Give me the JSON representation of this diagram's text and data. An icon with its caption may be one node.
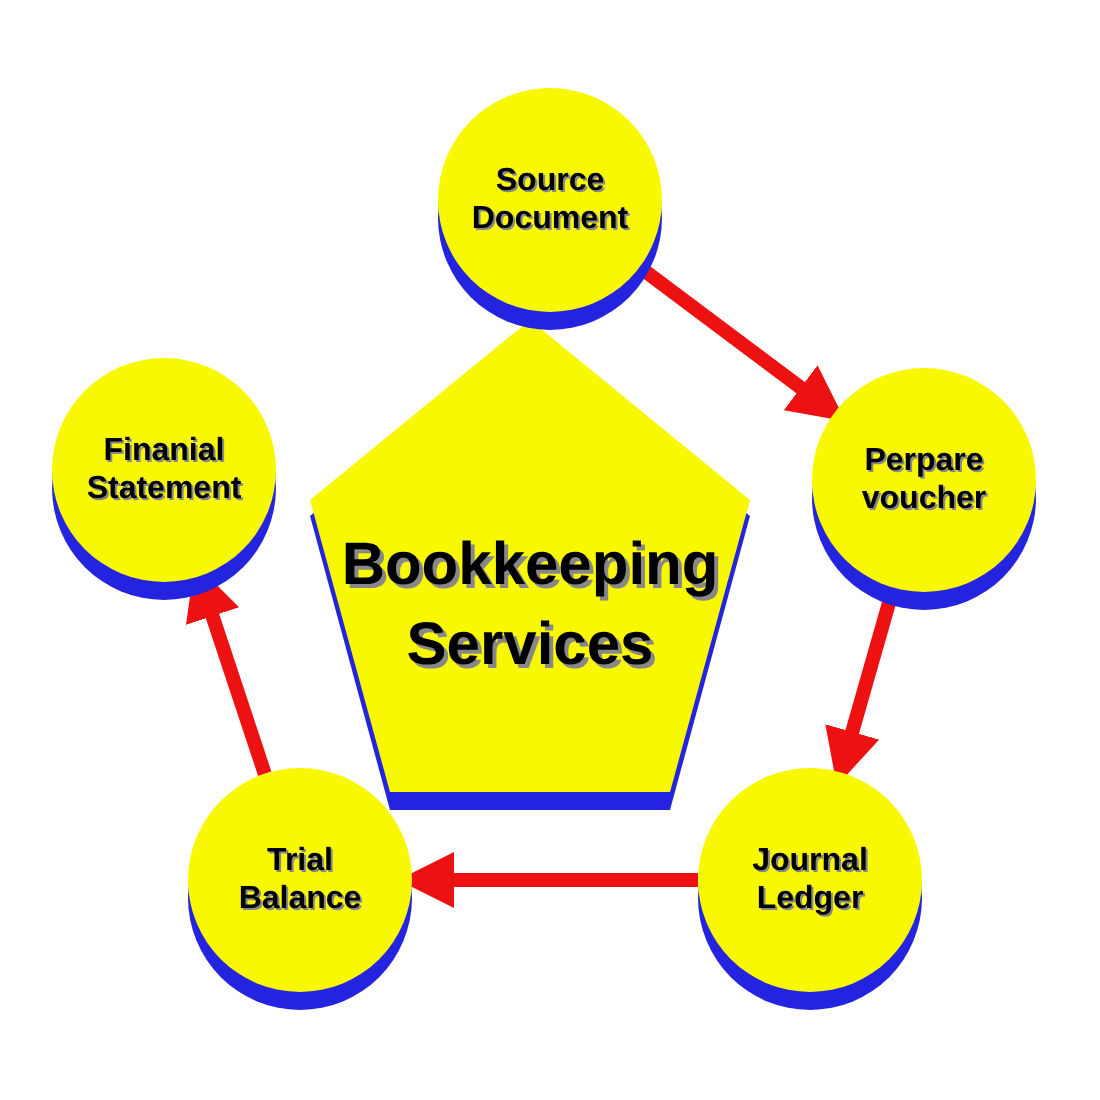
{
  "diagram": {
    "nodes": [
      {
        "text": [
          "Bookkeeping Services"
        ]
      },
      {
        "text": [
          "Source Document"
        ]
      },
      {
        "text": [
          "Perpare voucher"
        ]
      },
      {
        "text": [
          "Journal Ledger"
        ]
      },
      {
        "text": [
          "Trial Balance"
        ]
      },
      {
        "text": [
          "Finanial Statement"
        ]
      }
    ],
    "edges": [
      {
        "from": 1,
        "to": 2,
        "arrow": "to"
      },
      {
        "from": 2,
        "to": 3,
        "arrow": "to"
      },
      {
        "from": 3,
        "to": 4,
        "arrow": "to"
      },
      {
        "from": 4,
        "to": 5,
        "arrow": "to"
      }
    ]
  }
}
